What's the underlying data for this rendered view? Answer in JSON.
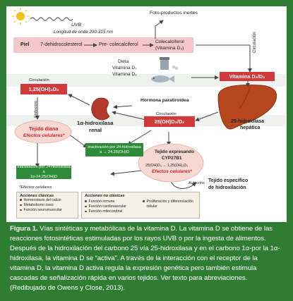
{
  "colors": {
    "border": "#2f7d32",
    "accent_red": "#c62828",
    "green": "#2e8b3a",
    "arrow": "#444444"
  },
  "diagram": {
    "foto_label": "Foto-productos inertes",
    "uvb_label": "UVB",
    "wavelength_label": "Longitud de onda  290-315 nm",
    "piel_label": "Piel",
    "dehidro_label": "7-dehidrocolesterol",
    "pre_label": "Pre- colecalciferol",
    "colecalciferol_label": "Colecalciferol",
    "vitamina_d3_label": "(Vitamina D₃)",
    "dieta_label": "Dieta",
    "vit_d2_label": "Vitamina D₂",
    "vit_d3_diet_label": "Vitamina D₃",
    "circulacion_label": "Circulación",
    "vit_d3_box_label": "Vitamina D₃/D₂",
    "hidroxilasa25_label": "25-hidroxilasa",
    "hepatica_label": "hepática",
    "box_125_label": "1,25(OH)₂D₃",
    "box_25_label": "25(OH)D₃/D₂",
    "circulacion_left_label": "Circulación",
    "circulacion_mid_label": "Circulación",
    "endocrino_label": "Endocrino",
    "hormona_label": "Hormona paratiroidea",
    "renal_top_label": "1α-hidroxilasa",
    "renal_bottom_label": "renal",
    "tejido_diana_label": "Tejido diana",
    "efectos_label": "Efectos celulares*",
    "inact24_title": "Inactivación por 24-hidroxilasa",
    "inact24_formula": "a → 24,25(OH)D",
    "tejido_expresando_label": "Tejido expresando",
    "cyp_label": "CYP27B1",
    "conversion_label": "25(OH)D₃ → 1,25(OH)₂D₃",
    "efectos2_label": "Efectos celulares*",
    "autocrino_label": "Autocrino",
    "inact24b_title": "Inactivación por 24-hidroxilasa a",
    "inact24b_formula": "1α-24,25(OH)D",
    "efectos_note": "*Efectos celulares",
    "especifico_line1": "Tejido específico",
    "especifico_line2": "de hidroxilación",
    "acciones_clasicas_title": "Acciones clásicas",
    "acciones_clasicas": [
      "Homeostasis del calcio",
      "Metabolismo óseo",
      "Función neuromuscular"
    ],
    "acciones_no_clasicas_title": "Acciones no clásicas",
    "acciones_no_clasicas_col1": [
      "Función inmune",
      "Función cardiovascular",
      "Función mitocondrial"
    ],
    "acciones_no_clasicas_col2": [
      "Proliferación y diferenciación",
      "celular"
    ]
  },
  "caption": {
    "figure_label": "Figura 1.",
    "text": "Vías sintéticas y metabólicas de la vitamina D. La vitamina D se obtiene  de las reacciones fotosintéticas estimuladas por los rayos UVB o por la ingesta de alimentos. Después de la hidroxilación del carbono 25 vía 25-hidroxilasa y en el carbono 1α-por la 1α-hidroxilasa, la vitamina D se “activa”. A través de la interacción con el receptor de la vitamina D, la vitamina D activa regula la expresión genética pero también estimula cascadas de señalización rápida en varios tejidos. Ver texto para abreviaciones. (Redibujado de Owens y Close, 2013)."
  }
}
